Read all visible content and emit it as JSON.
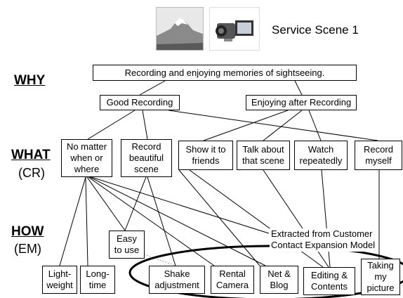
{
  "header": {
    "title": "Service Scene 1",
    "photos": [
      "mountain-photo",
      "camcorder-photo"
    ]
  },
  "sections": {
    "why": "WHY",
    "what": "WHAT",
    "what_sub": "(CR)",
    "how": "HOW",
    "how_sub": "(EM)"
  },
  "nodes": {
    "root": "Recording and enjoying memories of sightseeing.",
    "good": "Good Recording",
    "enjoy": "Enjoying after Recording",
    "nomatter": "No matter\nwhen or\nwhere",
    "beautiful": "Record\nbeautiful\nscene",
    "show": "Show it to\nfriends",
    "talk": "Talk about\nthat scene",
    "watch": "Watch\nrepeatedly",
    "myself": "Record\nmyself",
    "easy": "Easy\nto use",
    "light": "Light-\nweight",
    "long": "Long-\ntime",
    "shake": "Shake\nadjustment",
    "rental": "Rental\nCamera",
    "net": "Net &\nBlog",
    "editing": "Editing &\nContents",
    "taking": "Taking\nmy\npicture"
  },
  "annotation": "Extracted from Customer\nContact Expansion Model",
  "colors": {
    "line": "#000000",
    "background": "#ffffff"
  }
}
